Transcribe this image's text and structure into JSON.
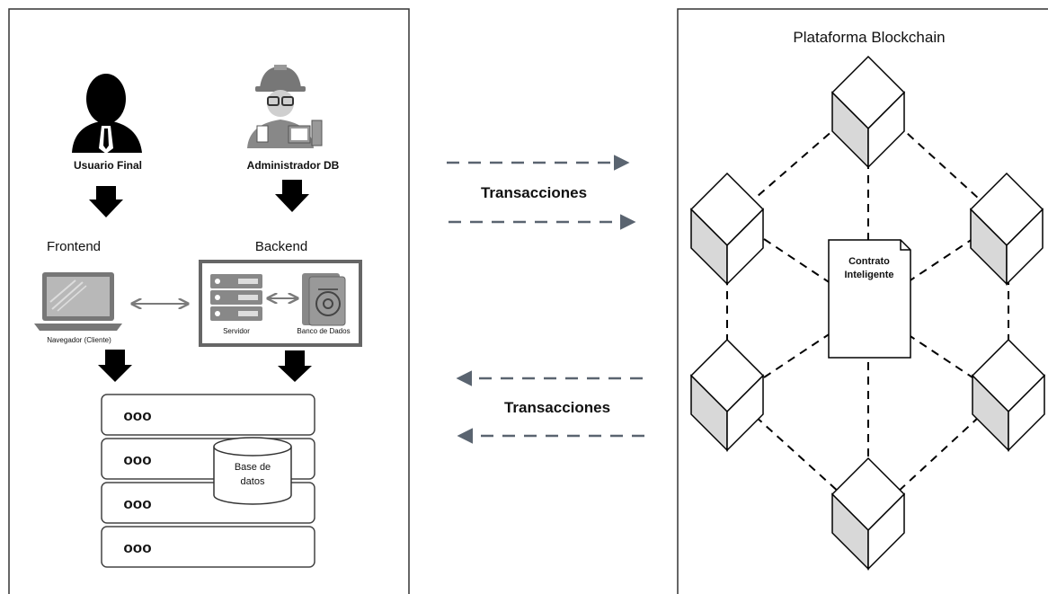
{
  "left_panel": {
    "user_label": "Usuario Final",
    "admin_label": "Administrador DB",
    "frontend_label": "Frontend",
    "backend_label": "Backend",
    "laptop_caption": "Navegador (Cliente)",
    "server_caption": "Servidor",
    "db_server_caption": "Banco de Dados",
    "server_rack": {
      "row_dots": [
        "ooo",
        "ooo",
        "ooo",
        "ooo"
      ]
    },
    "database": {
      "line1": "Base de",
      "line2": "datos"
    }
  },
  "middle": {
    "top_label": "Transacciones",
    "bottom_label": "Transacciones"
  },
  "right_panel": {
    "title": "Plataforma Blockchain",
    "contract": {
      "line1": "Contrato",
      "line2": "Inteligente"
    }
  },
  "colors": {
    "border": "#333333",
    "icon_dark": "#000000",
    "icon_gray": "#6e6e6e",
    "cube_shade": "#d8d8d8",
    "arrow_gray": "#5a6470"
  }
}
